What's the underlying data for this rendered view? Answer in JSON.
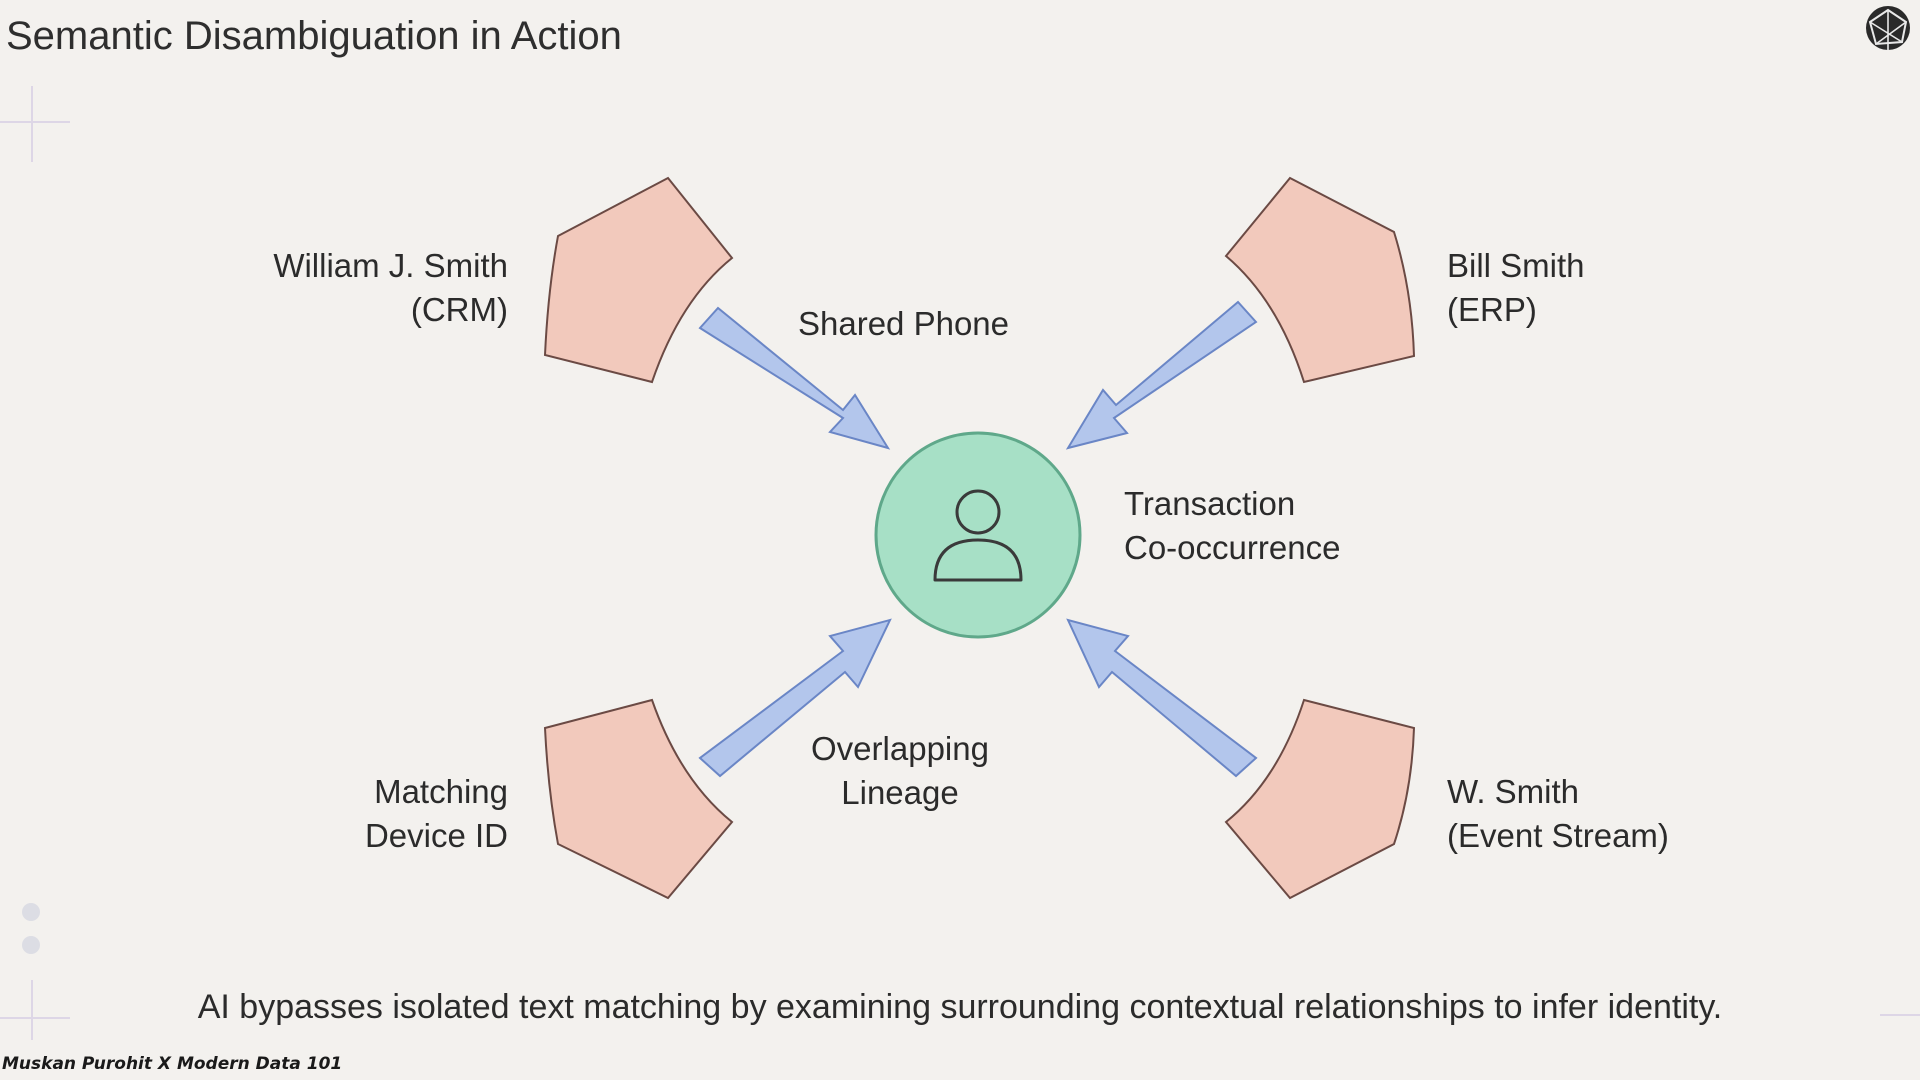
{
  "title": "Semantic Disambiguation in Action",
  "sources": {
    "top_left": [
      "William J. Smith",
      "(CRM)"
    ],
    "top_right": [
      "Bill Smith",
      "(ERP)"
    ],
    "bottom_left": [
      "Matching",
      "Device ID"
    ],
    "bottom_right": [
      "W. Smith",
      "(Event Stream)"
    ]
  },
  "relationships": {
    "shared_phone": "Shared Phone",
    "transaction": [
      "Transaction",
      "Co-occurrence"
    ],
    "lineage": [
      "Overlapping",
      "Lineage"
    ]
  },
  "central_node_icon": "person-icon",
  "caption": "AI bypasses isolated text matching by examining surrounding contextual relationships to infer identity.",
  "credit": "Muskan Purohit X Modern Data 101",
  "colors": {
    "background": "#f3f1ee",
    "source_shape_fill": "#f2c9bc",
    "center_fill": "#a7e0c6",
    "center_stroke": "#5fa88a",
    "arrow_fill": "#b3c6ec",
    "arrow_stroke": "#6a86c6"
  }
}
